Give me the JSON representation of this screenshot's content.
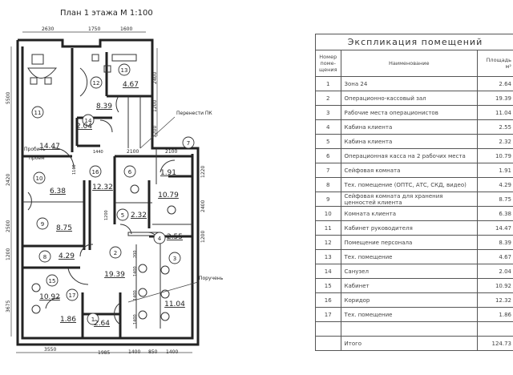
{
  "plan": {
    "title": "План 1 этажа  М 1:100",
    "dims_top": [
      "2630",
      "1750",
      "1600"
    ],
    "dims_left": [
      "5500",
      "2420",
      "2500",
      "1200",
      "3675"
    ],
    "dims_right": [
      "2400",
      "1200",
      "1200",
      "1220",
      "2400",
      "1200"
    ],
    "dims_bottom": [
      "3550",
      "1985",
      "1400",
      "850",
      "1400"
    ],
    "dims_inner": [
      "1440",
      "2100",
      "2100",
      "1160",
      "1200",
      "200",
      "1400",
      "1400",
      "1400"
    ],
    "notes": {
      "move_pc": "Перенести ПК",
      "make_opening_1": "Пробить",
      "make_opening_2": "проем",
      "handrail": "Поручень"
    },
    "rooms": [
      {
        "num": "11",
        "area": "14.47"
      },
      {
        "num": "12",
        "area": "8.39"
      },
      {
        "num": "13",
        "area": "4.67"
      },
      {
        "num": "14",
        "area": "2.04"
      },
      {
        "num": "16",
        "area": "12.32"
      },
      {
        "num": "6",
        "area": "10.79"
      },
      {
        "num": "7",
        "area": "1.91"
      },
      {
        "num": "10",
        "area": "6.38"
      },
      {
        "num": "9",
        "area": "8.75"
      },
      {
        "num": "8",
        "area": "4.29"
      },
      {
        "num": "5",
        "area": "2.32"
      },
      {
        "num": "4",
        "area": "2.55"
      },
      {
        "num": "2",
        "area": "19.39"
      },
      {
        "num": "3",
        "area": "11.04"
      },
      {
        "num": "15",
        "area": "10.92"
      },
      {
        "num": "17",
        "area": "1.86"
      },
      {
        "num": "1",
        "area": "2.64"
      }
    ]
  },
  "table": {
    "title": "Экспликация помещений",
    "headers": {
      "num": "Номер поме-щения",
      "name": "Наименование",
      "area": "Площадь м²"
    },
    "rows": [
      {
        "num": "1",
        "name": "Зона 24",
        "area": "2.64"
      },
      {
        "num": "2",
        "name": "Операционно-кассовый зал",
        "area": "19.39"
      },
      {
        "num": "3",
        "name": "Рабочие места операционистов",
        "area": "11.04"
      },
      {
        "num": "4",
        "name": "Кабина клиента",
        "area": "2.55"
      },
      {
        "num": "5",
        "name": "Кабина клиента",
        "area": "2.32"
      },
      {
        "num": "6",
        "name": "Операционная касса на 2 рабочих места",
        "area": "10.79"
      },
      {
        "num": "7",
        "name": "Сейфовая комната",
        "area": "1.91"
      },
      {
        "num": "8",
        "name": "Тех. помещение (ОПТС, АТС, СКД, видео)",
        "area": "4.29"
      },
      {
        "num": "9",
        "name": "Сейфовая комната для хранения ценностей клиента",
        "area": "8.75"
      },
      {
        "num": "10",
        "name": "Комната клиента",
        "area": "6.38"
      },
      {
        "num": "11",
        "name": "Кабинет руководителя",
        "area": "14.47"
      },
      {
        "num": "12",
        "name": "Помещение персонала",
        "area": "8.39"
      },
      {
        "num": "13",
        "name": "Тех. помещение",
        "area": "4.67"
      },
      {
        "num": "14",
        "name": "Санузел",
        "area": "2.04"
      },
      {
        "num": "15",
        "name": "Кабинет",
        "area": "10.92"
      },
      {
        "num": "16",
        "name": "Коридор",
        "area": "12.32"
      },
      {
        "num": "17",
        "name": "Тех. помещение",
        "area": "1.86"
      }
    ],
    "total_label": "Итого",
    "total_area": "124.73"
  }
}
